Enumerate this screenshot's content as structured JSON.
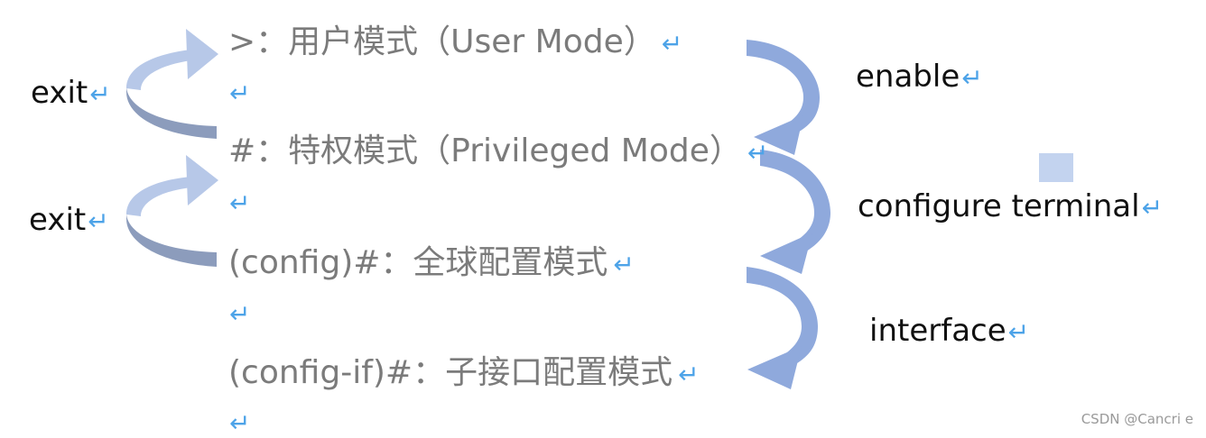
{
  "modes": [
    {
      "id": "user",
      "text": ">：用户模式（User Mode）"
    },
    {
      "id": "privileged",
      "text": "#：特权模式（Privileged Mode）"
    },
    {
      "id": "global-config",
      "text": "(config)#：全球配置模式"
    },
    {
      "id": "subinterface-config",
      "text": "(config-if)#：子接口配置模式"
    }
  ],
  "return_glyph": "↵",
  "exit_labels": [
    "exit",
    "exit"
  ],
  "forward_commands": [
    "enable",
    "configure terminal",
    "interface"
  ],
  "watermark": "CSDN @Cancri e",
  "colors": {
    "mode_text": "#7b7b7b",
    "return_glyph": "#4da3e8",
    "forward_arrow": "#8fa9dc",
    "exit_arrow_top": "#b7c8e8",
    "exit_arrow_bottom": "#8c9cbc",
    "square": "#c3d3ef"
  }
}
